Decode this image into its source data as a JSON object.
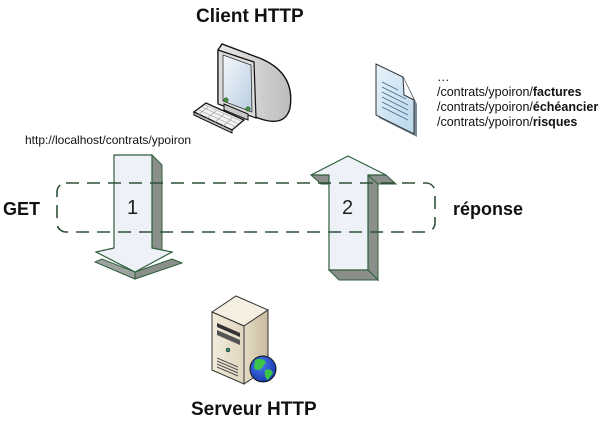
{
  "client": {
    "title": "Client HTTP",
    "icon": "computer-icon"
  },
  "server": {
    "title": "Serveur HTTP",
    "icon": "server-globe-icon"
  },
  "request": {
    "method_label": "GET",
    "url": "http://localhost/contrats/ypoiron",
    "step_number": "1"
  },
  "response": {
    "label": "réponse",
    "step_number": "2",
    "document_icon": "document-icon",
    "links": [
      {
        "prefix": "…",
        "bold": ""
      },
      {
        "prefix": "/contrats/ypoiron/",
        "bold": "factures"
      },
      {
        "prefix": "/contrats/ypoiron/",
        "bold": "échéancier"
      },
      {
        "prefix": "/contrats/ypoiron/",
        "bold": "risques"
      }
    ]
  },
  "colors": {
    "arrow_outline": "#2e5e3a",
    "arrow_face": "#eef2f8",
    "arrow_side": "#8a8f8c",
    "dashed_box": "#2e5038"
  }
}
